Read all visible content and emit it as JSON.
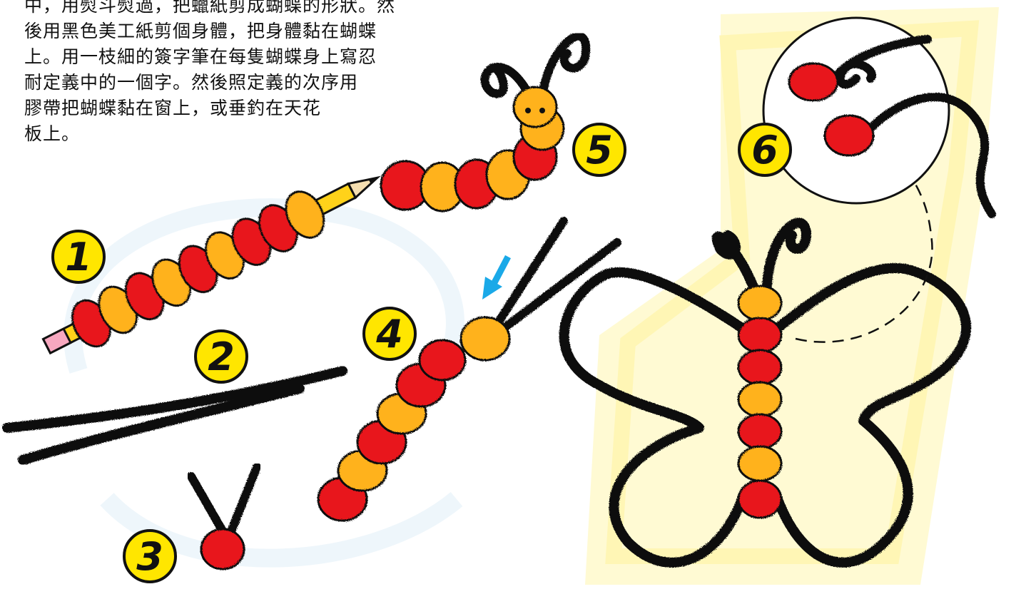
{
  "instructions": {
    "lines": [
      "中，用熨斗熨過，把蠟紙剪成蝴蝶的形狀。然",
      "後用黑色美工紙剪個身體，把身體黏在蝴蝶",
      "上。用一枝細的簽字筆在每隻蝴蝶身上寫忍",
      "耐定義中的一個字。然後照定義的次序用",
      "膠帶把蝴蝶黏在窗上，或垂釣在天花",
      "板上。"
    ]
  },
  "steps": [
    "1",
    "2",
    "3",
    "4",
    "5",
    "6"
  ],
  "colors": {
    "red": "#e8141a",
    "orange": "#ffb21a",
    "yellow_badge": "#ffe600",
    "pipe_cleaner": "#0d0d0d",
    "arrow_blue": "#1aa9e8",
    "highlight_yellow": "#fff59a",
    "pencil_yellow": "#ffd21a",
    "eraser_pink": "#f7a8c0"
  },
  "icons": {
    "pointer_arrow": "down-left-arrow-icon"
  }
}
